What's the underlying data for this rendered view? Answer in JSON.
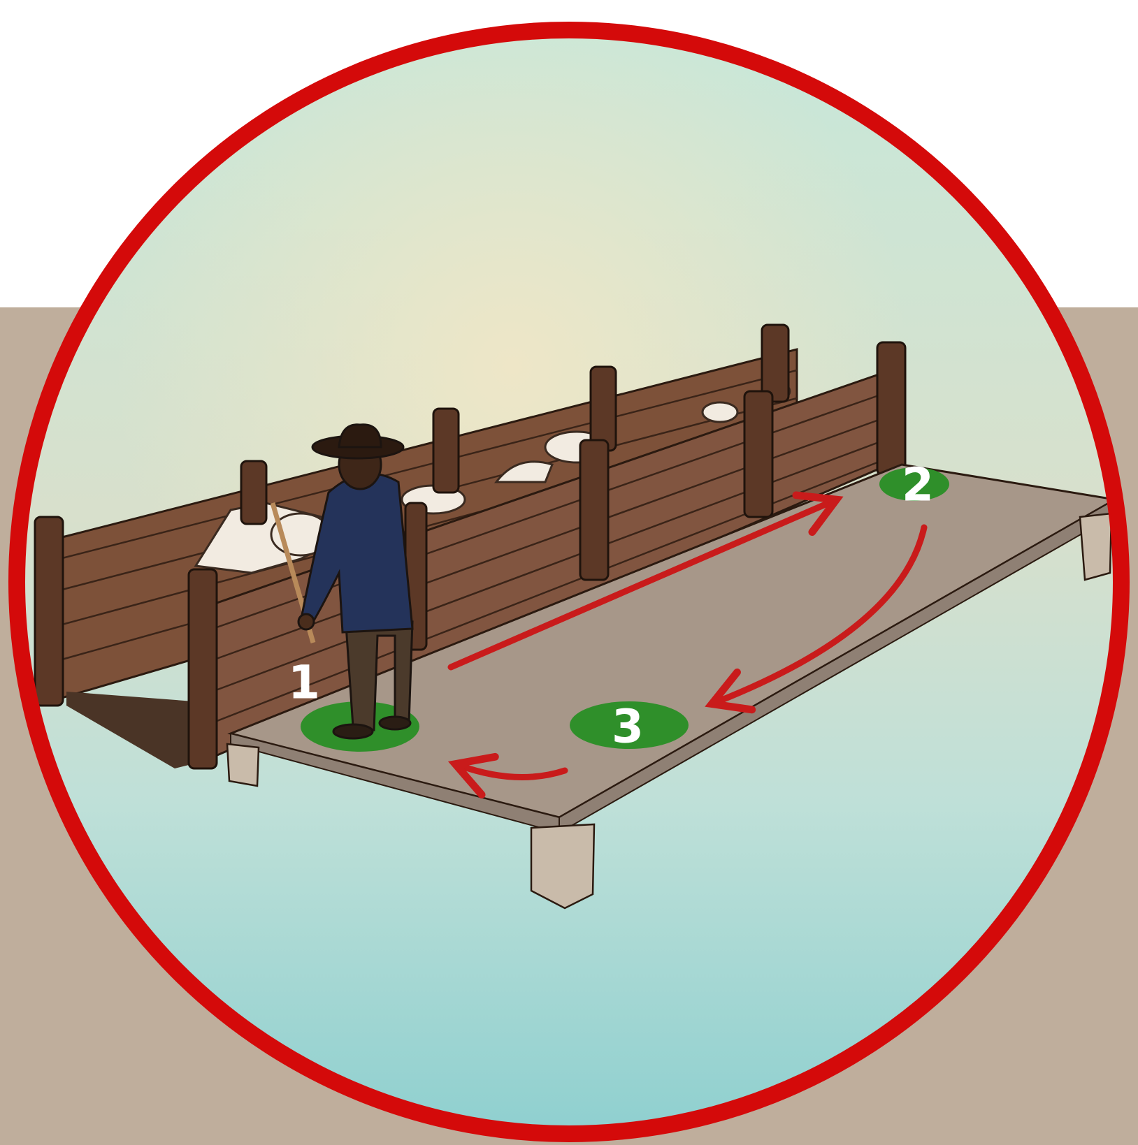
{
  "colors": {
    "frame": "#d40a0a",
    "spot": "#2f8f2a",
    "arrow": "#c91b1b",
    "platform": "#a79789",
    "fence": "#7a4e36",
    "post": "#5b3724",
    "background_band": "#bfae9c",
    "sky_top": "#bfe5d6",
    "sky_bottom": "#8fd0cf"
  },
  "markers": [
    {
      "label": "1"
    },
    {
      "label": "2"
    },
    {
      "label": "3"
    }
  ],
  "icons": [
    "handler-figure",
    "sheep-heads",
    "wooden-fence",
    "path-arrows",
    "standing-spot"
  ]
}
